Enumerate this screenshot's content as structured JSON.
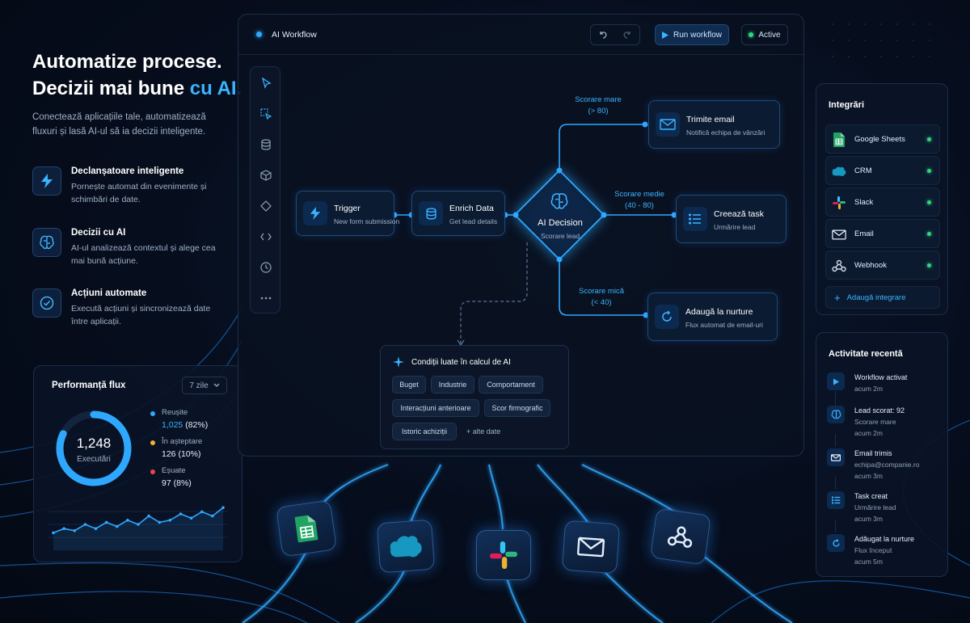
{
  "hero": {
    "title_line1": "Automatize procese.",
    "title_line2_a": "Decizii mai bune ",
    "title_line2_b": "cu AI.",
    "subtitle": "Conectează aplicațiile tale, automatizează fluxuri și lasă AI-ul să ia decizii inteligente.",
    "accent_color": "#3bb4ff"
  },
  "features": [
    {
      "icon": "lightning-icon",
      "title": "Declanșatoare inteligente",
      "desc": "Pornește automat din evenimente și schimbări de date."
    },
    {
      "icon": "brain-icon",
      "title": "Decizii cu AI",
      "desc": "AI-ul analizează contextul și alege cea mai bună acțiune."
    },
    {
      "icon": "check-circle-icon",
      "title": "Acțiuni automate",
      "desc": "Execută acțiuni și sincronizează date între aplicații."
    }
  ],
  "performance": {
    "title": "Performanță flux",
    "period": "7 zile",
    "total": "1,248",
    "total_label": "Executări",
    "success_fraction": 0.82,
    "stats": [
      {
        "label": "Reușite",
        "value": "1,025",
        "pct": "(82%)",
        "color": "#2ea8ff"
      },
      {
        "label": "În așteptare",
        "value": "126",
        "pct": "(10%)",
        "color": "#f0b429"
      },
      {
        "label": "Eșuate",
        "value": "97",
        "pct": "(8%)",
        "color": "#ef4444"
      }
    ],
    "sparkline": [
      0.3,
      0.4,
      0.35,
      0.5,
      0.4,
      0.55,
      0.45,
      0.6,
      0.5,
      0.7,
      0.55,
      0.6,
      0.75,
      0.65,
      0.8,
      0.7,
      0.9
    ]
  },
  "workflow": {
    "title": "AI Workflow",
    "run_label": "Run workflow",
    "status_label": "Active",
    "nodes": {
      "trigger": {
        "title": "Trigger",
        "sub": "New form submission"
      },
      "enrich": {
        "title": "Enrich Data",
        "sub": "Get lead details"
      },
      "decision": {
        "title": "AI Decision",
        "sub": "Scorare lead"
      },
      "email": {
        "title": "Trimite email",
        "sub": "Notifică echipa de vânzări"
      },
      "task": {
        "title": "Creează task",
        "sub": "Urmărire lead"
      },
      "nurture": {
        "title": "Adaugă la nurture",
        "sub": "Flux automat de email-uri"
      }
    },
    "edges": {
      "high_a": "Scorare mare",
      "high_b": "(> 80)",
      "mid_a": "Scorare medie",
      "mid_b": "(40 - 80)",
      "low_a": "Scorare mică",
      "low_b": "(< 40)"
    },
    "conditions": {
      "title": "Condiții luate în calcul de AI",
      "chips": [
        "Buget",
        "Industrie",
        "Comportament",
        "Interacțiuni anterioare",
        "Scor firmografic",
        "Istoric achiziții"
      ],
      "more": "+ alte date"
    }
  },
  "integrations": {
    "title": "Integrări",
    "items": [
      {
        "name": "Google Sheets",
        "icon": "google-sheets-icon"
      },
      {
        "name": "CRM",
        "icon": "salesforce-cloud-icon"
      },
      {
        "name": "Slack",
        "icon": "slack-icon"
      },
      {
        "name": "Email",
        "icon": "mail-icon"
      },
      {
        "name": "Webhook",
        "icon": "webhook-icon"
      }
    ],
    "add_label": "Adaugă integrare"
  },
  "activity": {
    "title": "Activitate recentă",
    "items": [
      {
        "icon": "play-icon",
        "title": "Workflow activat",
        "detail": "",
        "time": "acum 2m"
      },
      {
        "icon": "brain-icon",
        "title": "Lead scorat: 92",
        "detail": "Scorare mare",
        "time": "acum 2m"
      },
      {
        "icon": "mail-icon",
        "title": "Email trimis",
        "detail": "echipa@companie.ro",
        "time": "acum 3m"
      },
      {
        "icon": "list-icon",
        "title": "Task creat",
        "detail": "Urmărire lead",
        "time": "acum 3m"
      },
      {
        "icon": "refresh-icon",
        "title": "Adăugat la nurture",
        "detail": "Flux început",
        "time": "acum 5m"
      }
    ]
  }
}
